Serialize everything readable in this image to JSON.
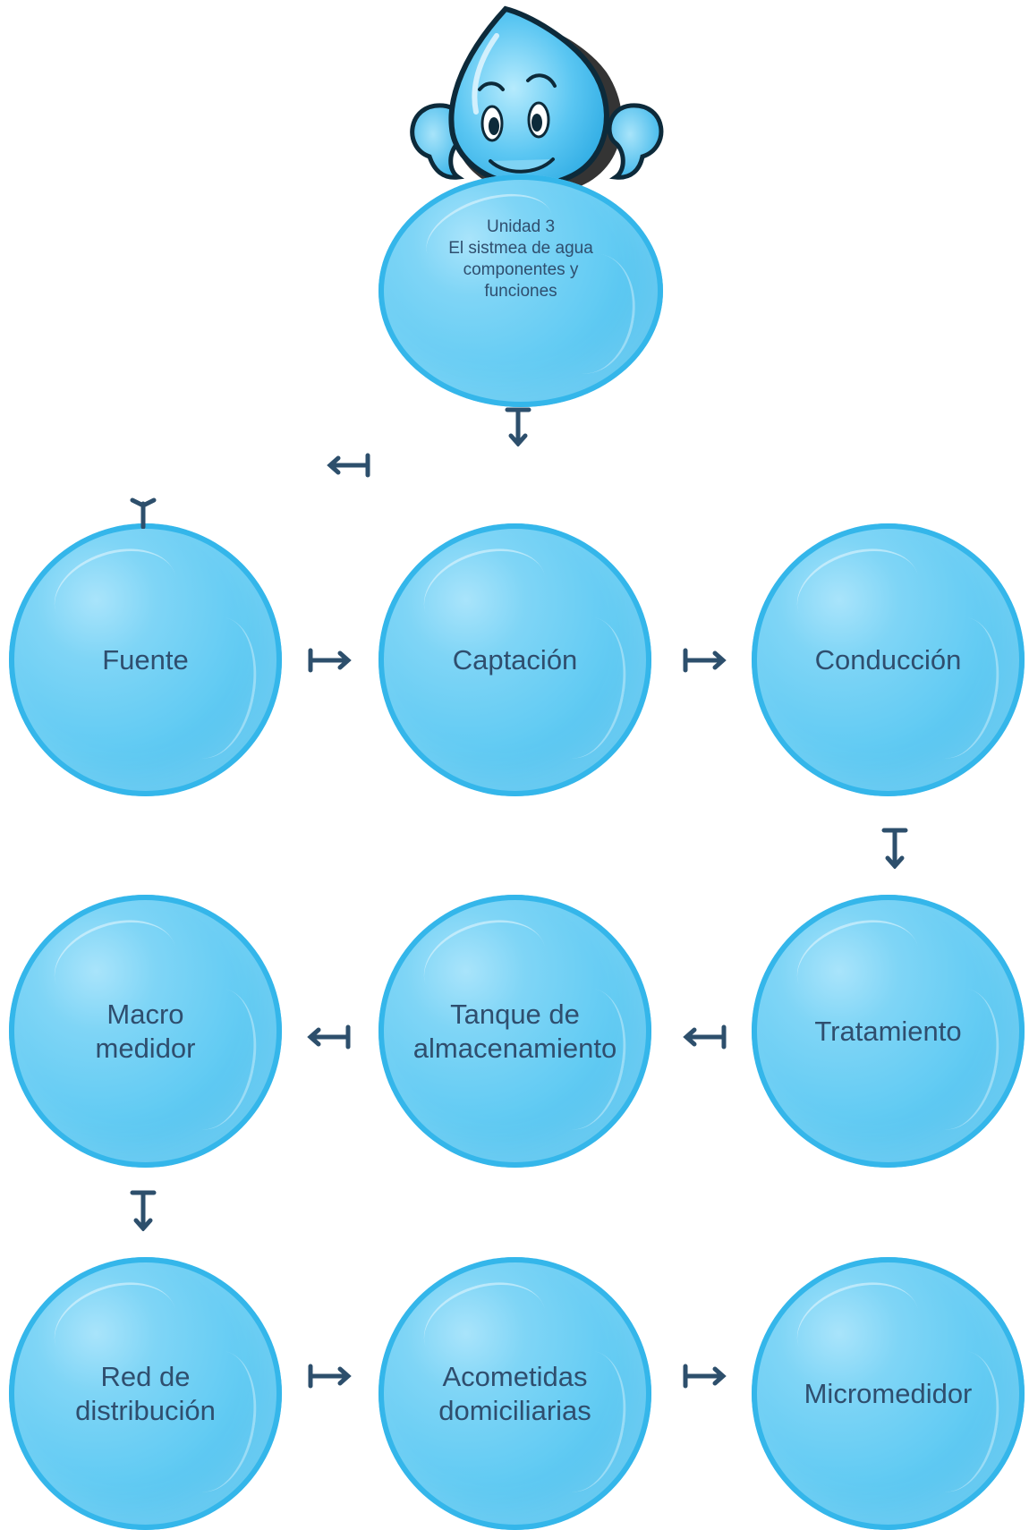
{
  "diagram": {
    "title_node": {
      "text": "Unidad 3\nEl sistmea de agua\ncomponentes y\nfunciones"
    },
    "nodes": [
      {
        "id": "fuente",
        "text": "Fuente"
      },
      {
        "id": "captacion",
        "text": "Captación"
      },
      {
        "id": "conduccion",
        "text": "Conducción"
      },
      {
        "id": "tratamiento",
        "text": "Tratamiento"
      },
      {
        "id": "tanque",
        "text": "Tanque de\nalmacenamiento"
      },
      {
        "id": "macro",
        "text": "Macro\nmedidor"
      },
      {
        "id": "red",
        "text": "Red de\ndistribución"
      },
      {
        "id": "acometidas",
        "text": "Acometidas\ndomiciliarias"
      },
      {
        "id": "micromedidor",
        "text": "Micromedidor"
      }
    ],
    "edges": [
      {
        "from": "title",
        "to": "captacion"
      },
      {
        "from": "captacion",
        "to": "fuente"
      },
      {
        "from": "fuente",
        "to": "captacion"
      },
      {
        "from": "captacion",
        "to": "conduccion"
      },
      {
        "from": "conduccion",
        "to": "tratamiento"
      },
      {
        "from": "tratamiento",
        "to": "tanque"
      },
      {
        "from": "tanque",
        "to": "macro"
      },
      {
        "from": "macro",
        "to": "red"
      },
      {
        "from": "red",
        "to": "acometidas"
      },
      {
        "from": "acometidas",
        "to": "micromedidor"
      }
    ],
    "colors": {
      "bubble": "#62cbf3",
      "bubble_edge": "#34b6ea",
      "text": "#2f4e6e",
      "arrow": "#2d4f6c",
      "mascot": "#55c1ef"
    },
    "mascot_icon": "water-drop-mascot"
  }
}
